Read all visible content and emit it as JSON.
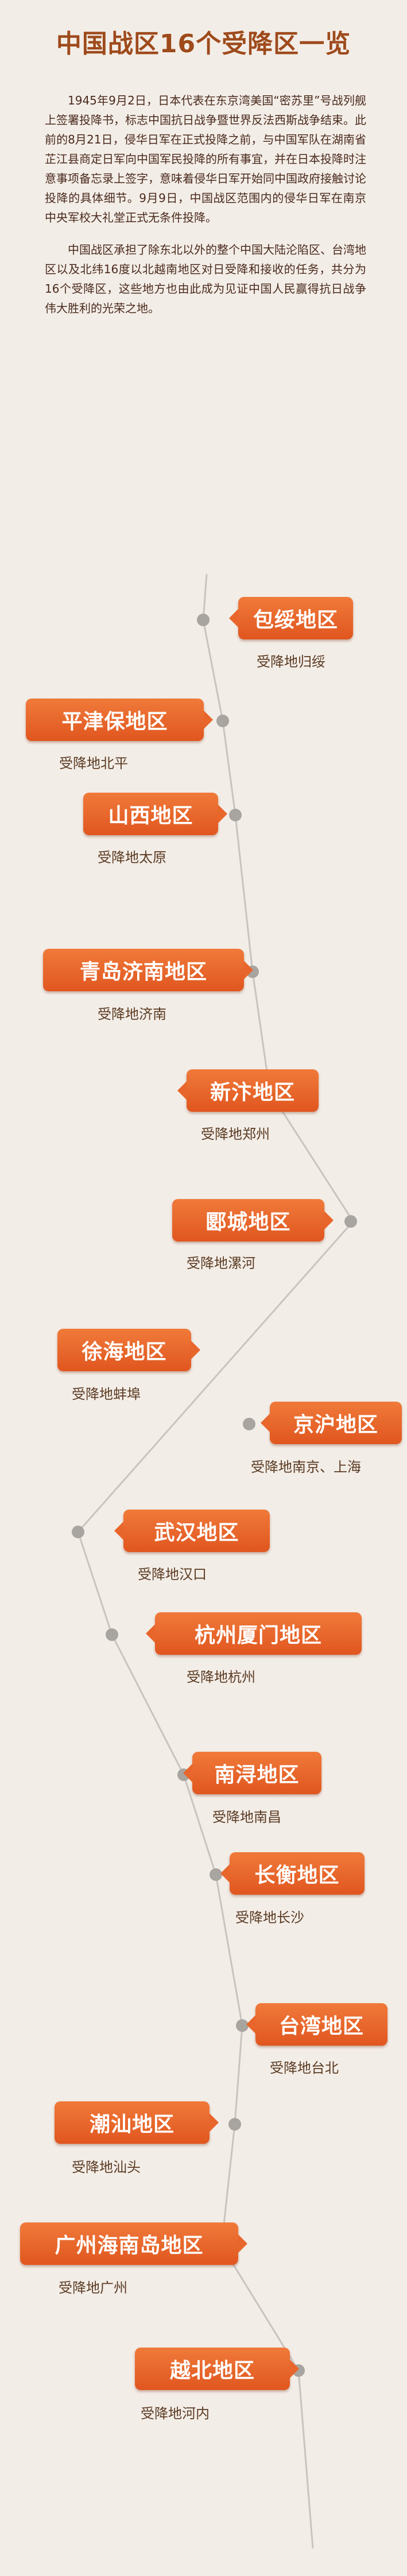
{
  "title": "中国战区16个受降区一览",
  "intro": [
    "1945年9月2日，日本代表在东京湾美国“密苏里”号战列舰上签署投降书，标志中国抗日战争暨世界反法西斯战争结束。此前的8月21日，侵华日军在正式投降之前，与中国军队在湖南省芷江县商定日军向中国军民投降的所有事宜，并在日本投降时注意事项备忘录上签字，意味着侵华日军开始同中国政府接触讨论投降的具体细节。9月9日，中国战区范围内的侵华日军在南京中央军校大礼堂正式无条件投降。",
    "中国战区承担了除东北以外的整个中国大陆沦陷区、台湾地区以及北纬16度以北越南地区对日受降和接收的任务，共分为16个受降区，这些地方也由此成为见证中国人民赢得抗日战争伟大胜利的光荣之地。"
  ],
  "colors": {
    "accent": "#e8662b",
    "title": "#9e4a1b",
    "line": "#c8c4c0",
    "dot": "#a8a4a0"
  },
  "zones": [
    {
      "name": "包绥地区",
      "site": "受降地归绥"
    },
    {
      "name": "平津保地区",
      "site": "受降地北平"
    },
    {
      "name": "山西地区",
      "site": "受降地太原"
    },
    {
      "name": "青岛济南地区",
      "site": "受降地济南"
    },
    {
      "name": "新汴地区",
      "site": "受降地郑州"
    },
    {
      "name": "郾城地区",
      "site": "受降地漯河"
    },
    {
      "name": "徐海地区",
      "site": "受降地蚌埠"
    },
    {
      "name": "京沪地区",
      "site": "受降地南京、上海"
    },
    {
      "name": "武汉地区",
      "site": "受降地汉口"
    },
    {
      "name": "杭州厦门地区",
      "site": "受降地杭州"
    },
    {
      "name": "南浔地区",
      "site": "受降地南昌"
    },
    {
      "name": "长衡地区",
      "site": "受降地长沙"
    },
    {
      "name": "台湾地区",
      "site": "受降地台北"
    },
    {
      "name": "潮汕地区",
      "site": "受降地汕头"
    },
    {
      "name": "广州海南岛地区",
      "site": "受降地广州"
    },
    {
      "name": "越北地区",
      "site": "受降地河内"
    }
  ]
}
